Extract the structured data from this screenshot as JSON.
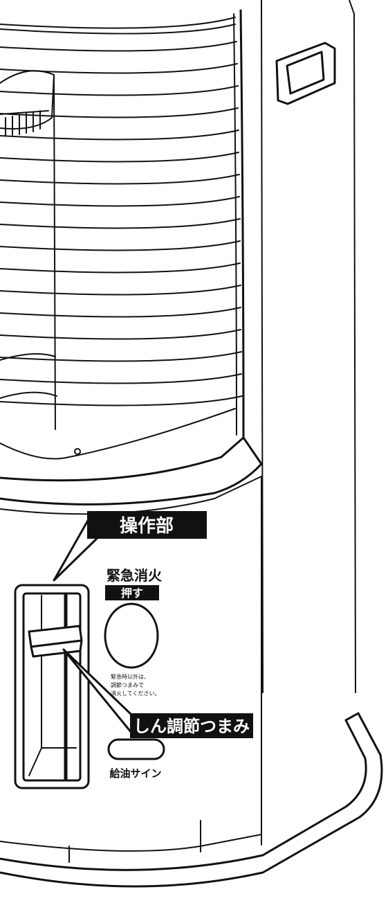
{
  "labels": {
    "operation_panel": "操作部",
    "emergency_title": "緊急消火",
    "emergency_push": "押す",
    "emergency_note_line1": "緊急時以外は、",
    "emergency_note_line2": "調節つまみで",
    "emergency_note_line3": "消火してください。",
    "wick_knob": "しん調節つまみ",
    "refuel_sign": "給油サイン"
  },
  "colors": {
    "line": "#111111",
    "background": "#ffffff",
    "label_fill": "#111111",
    "label_text": "#ffffff"
  }
}
